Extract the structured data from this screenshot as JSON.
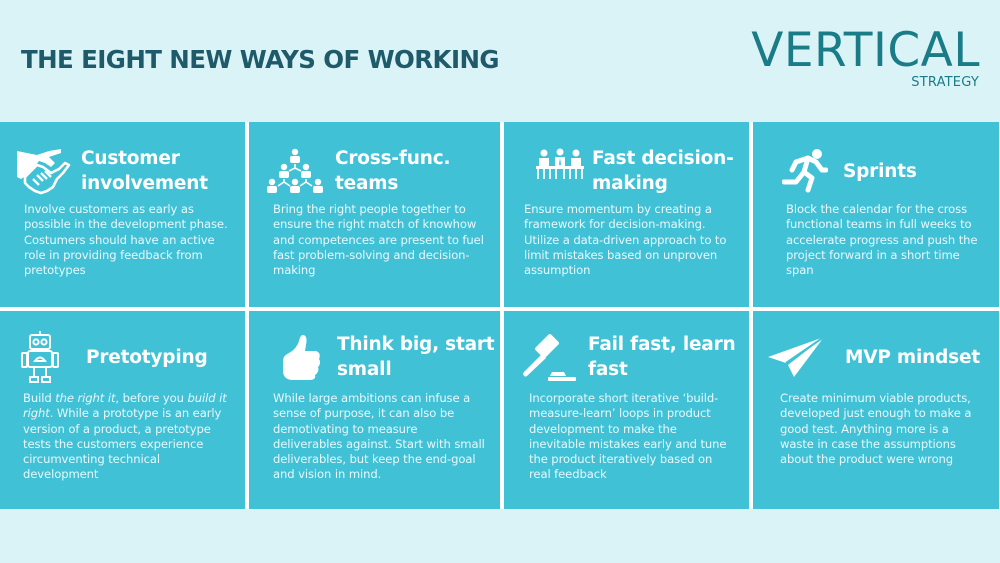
{
  "header": {
    "title": "THE EIGHT NEW WAYS OF WORKING",
    "logo": {
      "main": "VERTICAL",
      "sub": "STRATEGY"
    }
  },
  "colors": {
    "background": "#daf3f7",
    "tile": "#40c1d6",
    "title": "#1f5a6a",
    "logo": "#197c86",
    "divider": "#ffffff"
  },
  "tiles": [
    {
      "icon": "handshake-icon",
      "title": "Customer involvement",
      "body": "Involve customers as early as possible in the development phase. Costumers should have an active role in providing feedback from pretotypes"
    },
    {
      "icon": "team-hierarchy-icon",
      "title": "Cross-func. teams",
      "body": "Bring the right people together to ensure the right match of knowhow and competences are present to fuel fast problem-solving and decision-making"
    },
    {
      "icon": "meeting-table-icon",
      "title": "Fast decision-making",
      "body": "Ensure momentum by creating a framework for decision-making. Utilize a data-driven approach to to limit mistakes based on unproven assumption"
    },
    {
      "icon": "running-person-icon",
      "title": "Sprints",
      "body": "Block the calendar for the cross functional teams in full weeks to accelerate progress and push the project forward in a short time span"
    },
    {
      "icon": "robot-icon",
      "title": "Pretotyping",
      "body_parts": {
        "p1": "Build ",
        "em1": "the right it",
        "p2": ", before you ",
        "em2": "build it right",
        "p3": ". While a prototype is an early version of a product, a pretotype tests the customers experience circumventing technical development"
      }
    },
    {
      "icon": "thumbs-up-icon",
      "title": "Think big, start small",
      "body": "While large ambitions can infuse a sense of purpose, it can also be demotivating to measure deliverables against. Start with small deliverables, but keep the end-goal and vision in mind."
    },
    {
      "icon": "gavel-icon",
      "title": "Fail fast, learn fast",
      "body": "Incorporate short iterative ‘build-measure-learn’ loops in product development to make the inevitable mistakes early and tune the product iteratively based on real feedback"
    },
    {
      "icon": "paper-plane-icon",
      "title": "MVP mindset",
      "body": "Create minimum viable products, developed just enough to make a good test. Anything more is a waste in case the assumptions about the product were wrong"
    }
  ]
}
